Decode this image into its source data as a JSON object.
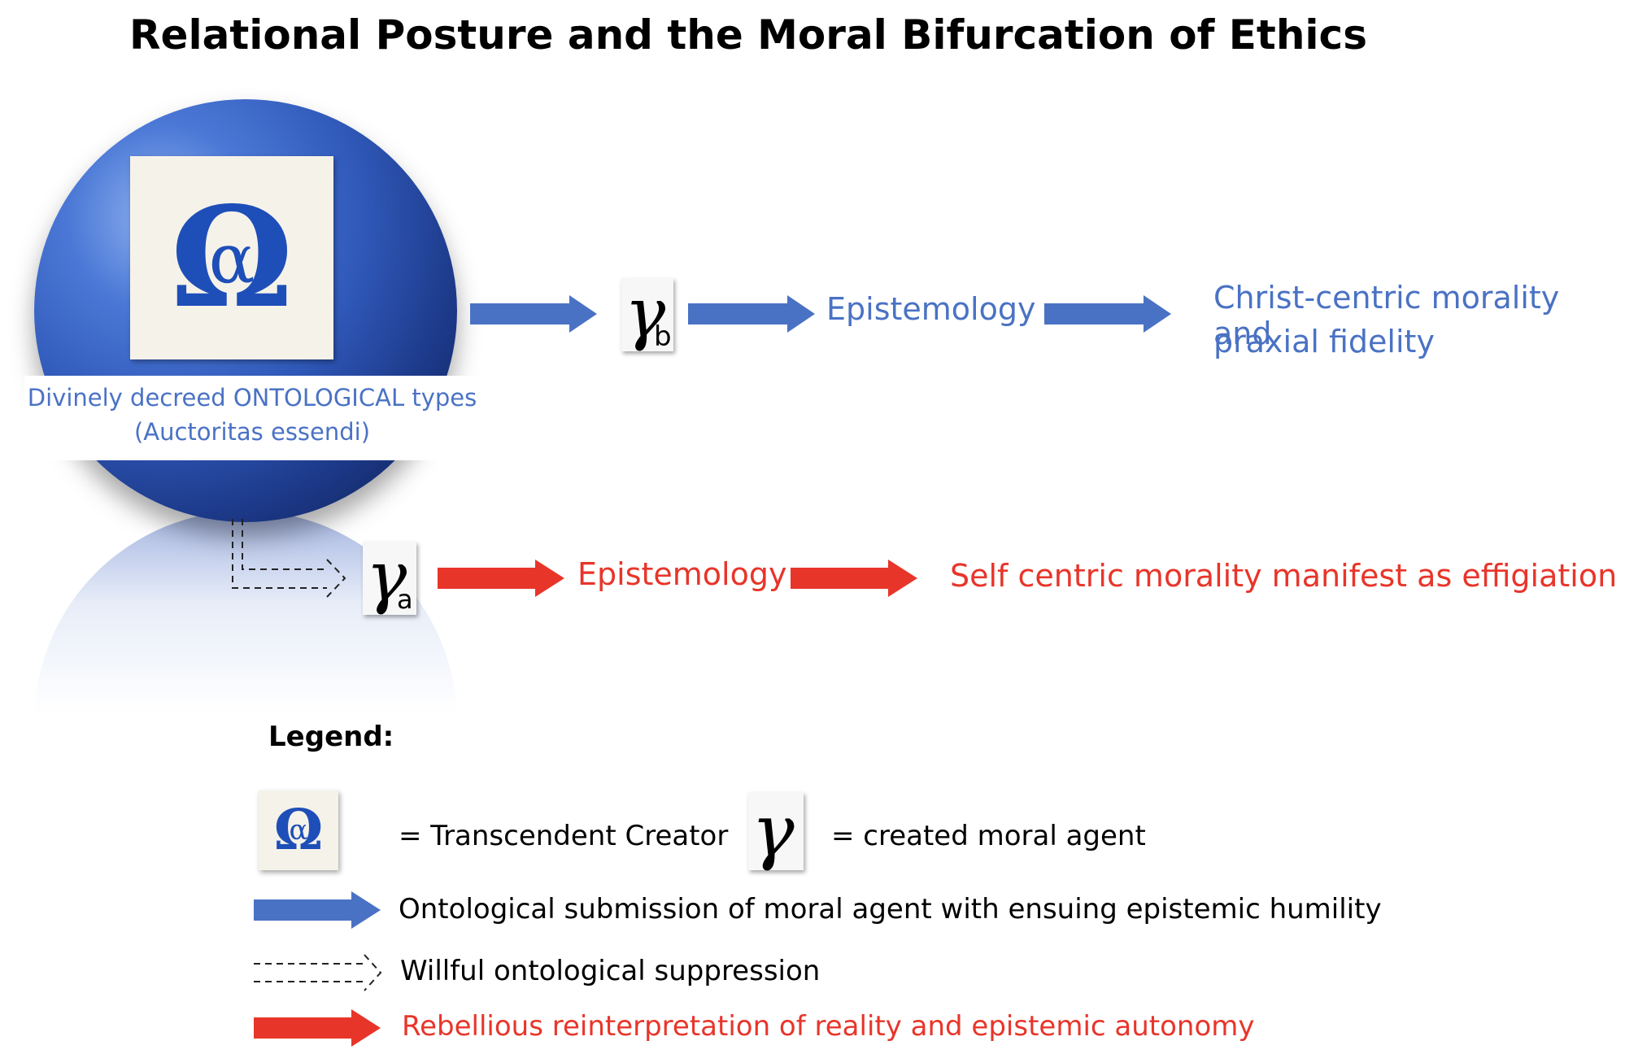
{
  "title": "Relational Posture and the Moral Bifurcation of Ethics",
  "source": {
    "label_line1": "Divinely decreed ONTOLOGICAL types",
    "label_line2": "(Auctoritas essendi)",
    "symbol": "Ω",
    "inner_symbol": "α"
  },
  "upper_path": {
    "agent_symbol": "γ",
    "agent_subscript": "b",
    "stage": "Epistemology",
    "outcome_line1": "Christ-centric morality and",
    "outcome_line2": "praxial fidelity"
  },
  "lower_path": {
    "agent_symbol": "γ",
    "agent_subscript": "a",
    "stage": "Epistemology",
    "outcome": "Self centric morality manifest as effigiation"
  },
  "legend": {
    "heading": "Legend:",
    "creator_def": "= Transcendent Creator",
    "agent_def": "= created moral agent",
    "blue_arrow_def": "Ontological submission of moral agent with ensuing epistemic humility",
    "dashed_arrow_def": "Willful ontological suppression",
    "red_arrow_def": "Rebellious reinterpretation of reality and epistemic autonomy"
  },
  "colors": {
    "blue": "#4a72c4",
    "red": "#e8352a"
  }
}
